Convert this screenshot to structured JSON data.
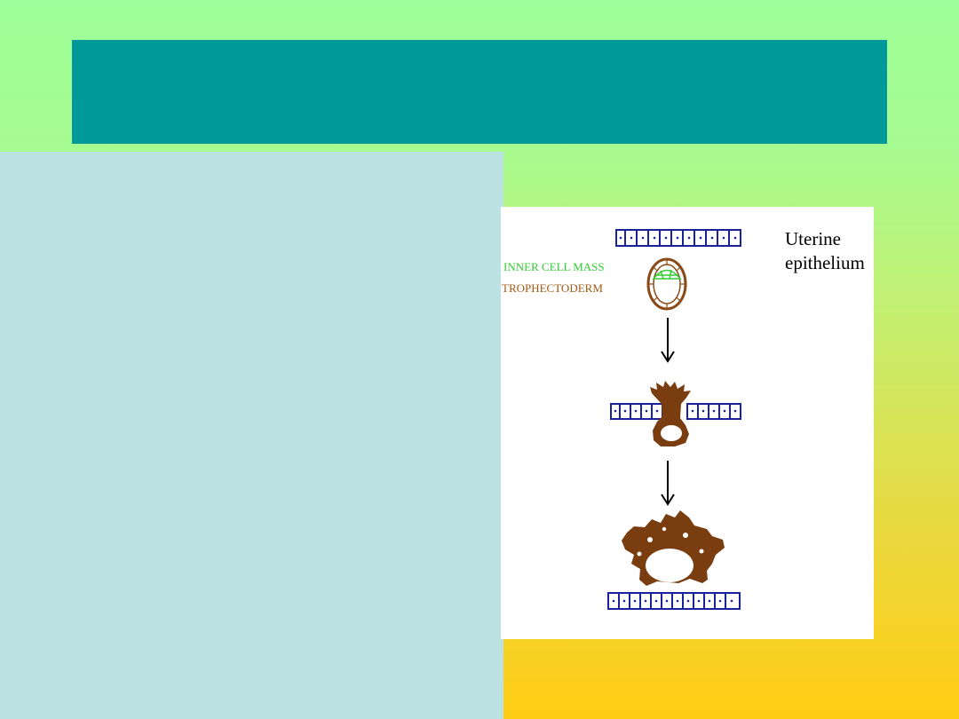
{
  "slide": {
    "title": "",
    "colors": {
      "title_bar": "#009999",
      "left_panel": "#bbe1e2",
      "background_top": "#9dff99",
      "background_bottom": "#ffcc14"
    }
  },
  "diagram": {
    "labels": {
      "inner_cell_mass": "INNER CELL MASS",
      "trophectoderm": "TROPHECTODERM",
      "uterine_line1": "Uterine",
      "uterine_line2": "epithelium"
    },
    "colors": {
      "inner_cell_mass": "#33cc33",
      "trophectoderm": "#a05a14",
      "epithelium": "#1a2299",
      "tissue": "#7a3d10",
      "arrow": "#000000"
    }
  }
}
